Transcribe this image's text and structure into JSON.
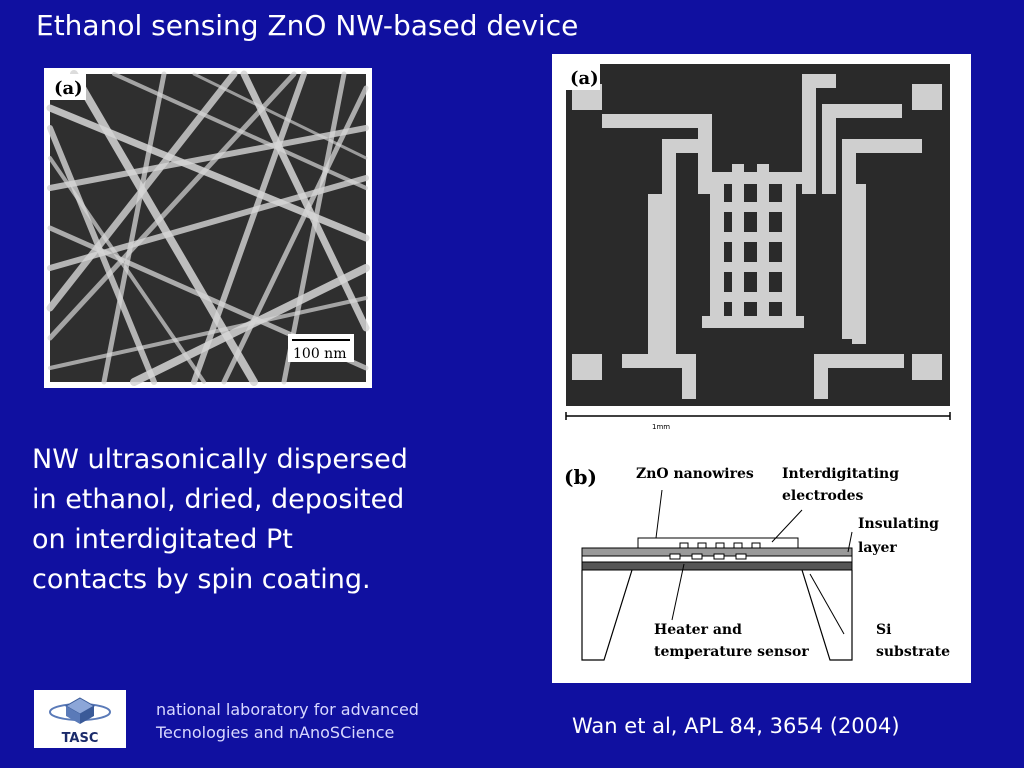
{
  "slide": {
    "title": "Ethanol sensing ZnO NW-based device",
    "body_lines": [
      "NW ultrasonically dispersed",
      "in ethanol, dried, deposited",
      "on interdigitated  Pt",
      "contacts by spin coating."
    ],
    "citation": "Wan et al, APL 84, 3654 (2004)"
  },
  "sem_image": {
    "panel_label": "(a)",
    "scale_bar": "100 nm"
  },
  "device_figure": {
    "panel_a_label": "(a)",
    "scale_bar": "1mm",
    "panel_b_label": "(b)",
    "labels": {
      "zno": "ZnO nanowires",
      "electrodes_1": "Interdigitating",
      "electrodes_2": "electrodes",
      "insulating_1": "Insulating",
      "insulating_2": "layer",
      "heater_1": "Heater and",
      "heater_2": "temperature sensor",
      "si_1": "Si",
      "si_2": "substrate"
    }
  },
  "footer": {
    "logo_text": "TASC",
    "lab_line1": "national laboratory for advanced",
    "lab_line2": "Tecnologies and nAnoSCience"
  }
}
